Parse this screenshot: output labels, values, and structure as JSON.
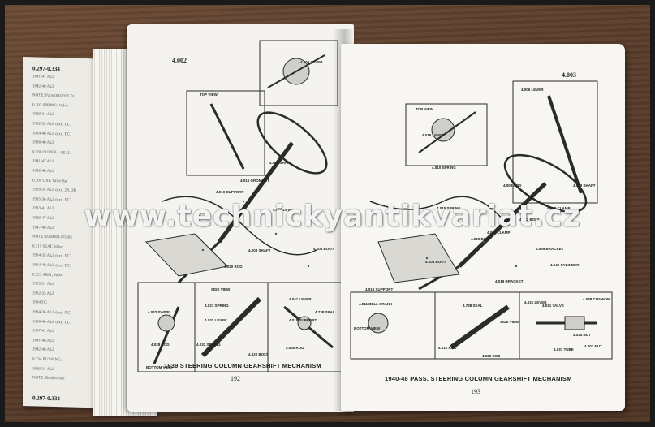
{
  "back_page": {
    "header": "0.297-0.334",
    "footer": "0.297-0.334",
    "lines": [
      "1941-47   ALL",
      "1942-48   ALL",
      "NOTE: Parts 0602918 To",
      "0.303 SPRING, Valve",
      "1929-31   ALL",
      "1932-33   ALL (exc. DC)",
      "1934-40   ALL (exc. DC)",
      "1938-40   ALL",
      "0.306 COVER—SEAL,",
      "1941-47   ALL",
      "1942-48   ALL",
      "0.309 CAP, Valve Sp",
      "1929-34   ALL (exc. 2A, 3B",
      "1935-36   ALL (exc. DC)",
      "1933-41   ALL",
      "1929-47   ALL",
      "1947-48   ALL",
      "NOTE: 0300301-D1303",
      "0.311 SEAT, Valve",
      "1934-35   ALL (exc. DC)",
      "1934-48   ALL (exc. DC)",
      "0.323 ARM, Valve",
      "1929-31   ALL",
      "1932-33   ALL",
      "1934      DC",
      "1934-36   ALL (exc. DC)",
      "1938-40   ALL (exc. DC)",
      "1937-41   ALL",
      "1941-46   ALL",
      "1942-48   ALL",
      "0.334 BUSHING,",
      "1929-31   ALL",
      "NOTE: Bushes size"
    ]
  },
  "left_page": {
    "tag": "4.002",
    "caption": "1939 STEERING COLUMN GEARSHIFT MECHANISM",
    "page_number": "192",
    "labels": [
      "TOP VIEW",
      "SIDE VIEW",
      "BOTTOM VIEW",
      "4.006 LEVER",
      "4.008 SHAFT",
      "4.019 SUPPORT",
      "4.104 BOOT",
      "4.016 LEVER",
      "4.041 LEVER",
      "4.020 ROD",
      "4.030 ROD",
      "4.008 SHAFT",
      "4.022 SWIVEL",
      "4.021 SPRING",
      "4.738 SEAL",
      "4.032 SPRING",
      "4.028 ROD",
      "4.031 LEVER",
      "4.018 SUPPORT",
      "4.015 GROMMET",
      "4.020 BOLT"
    ]
  },
  "right_page": {
    "tag": "4.003",
    "caption": "1940-48 PASS. STEERING COLUMN GEARSHIFT MECHANISM",
    "page_number": "193",
    "labels": [
      "TOP VIEW",
      "SIDE VIEW",
      "BOTTOM VIEW",
      "4.006 LEVER",
      "4.008 SHAFT",
      "4.016 LEVER",
      "4.010 SPRING",
      "4.015 SPRING",
      "4.003 ROD",
      "4.008 CLAMP",
      "4.033 BOLT",
      "4.020 BOLT",
      "4.035 BRACKET",
      "4.104 BOOT",
      "4.042 CYLINDER",
      "4.016 CLAMP",
      "4.019 SUPPORT",
      "4.011 BELL CRANK",
      "4.019 BRACKET",
      "4.021 LEVER",
      "4.738 SEAL",
      "4.010 ROD",
      "4.020 ROD",
      "4.038 CUSHION",
      "4.024 NUT",
      "4.031 VALVE",
      "4.002 NUT",
      "4.037 TUBE"
    ]
  },
  "watermark": "www.technickyantikvariat.cz"
}
